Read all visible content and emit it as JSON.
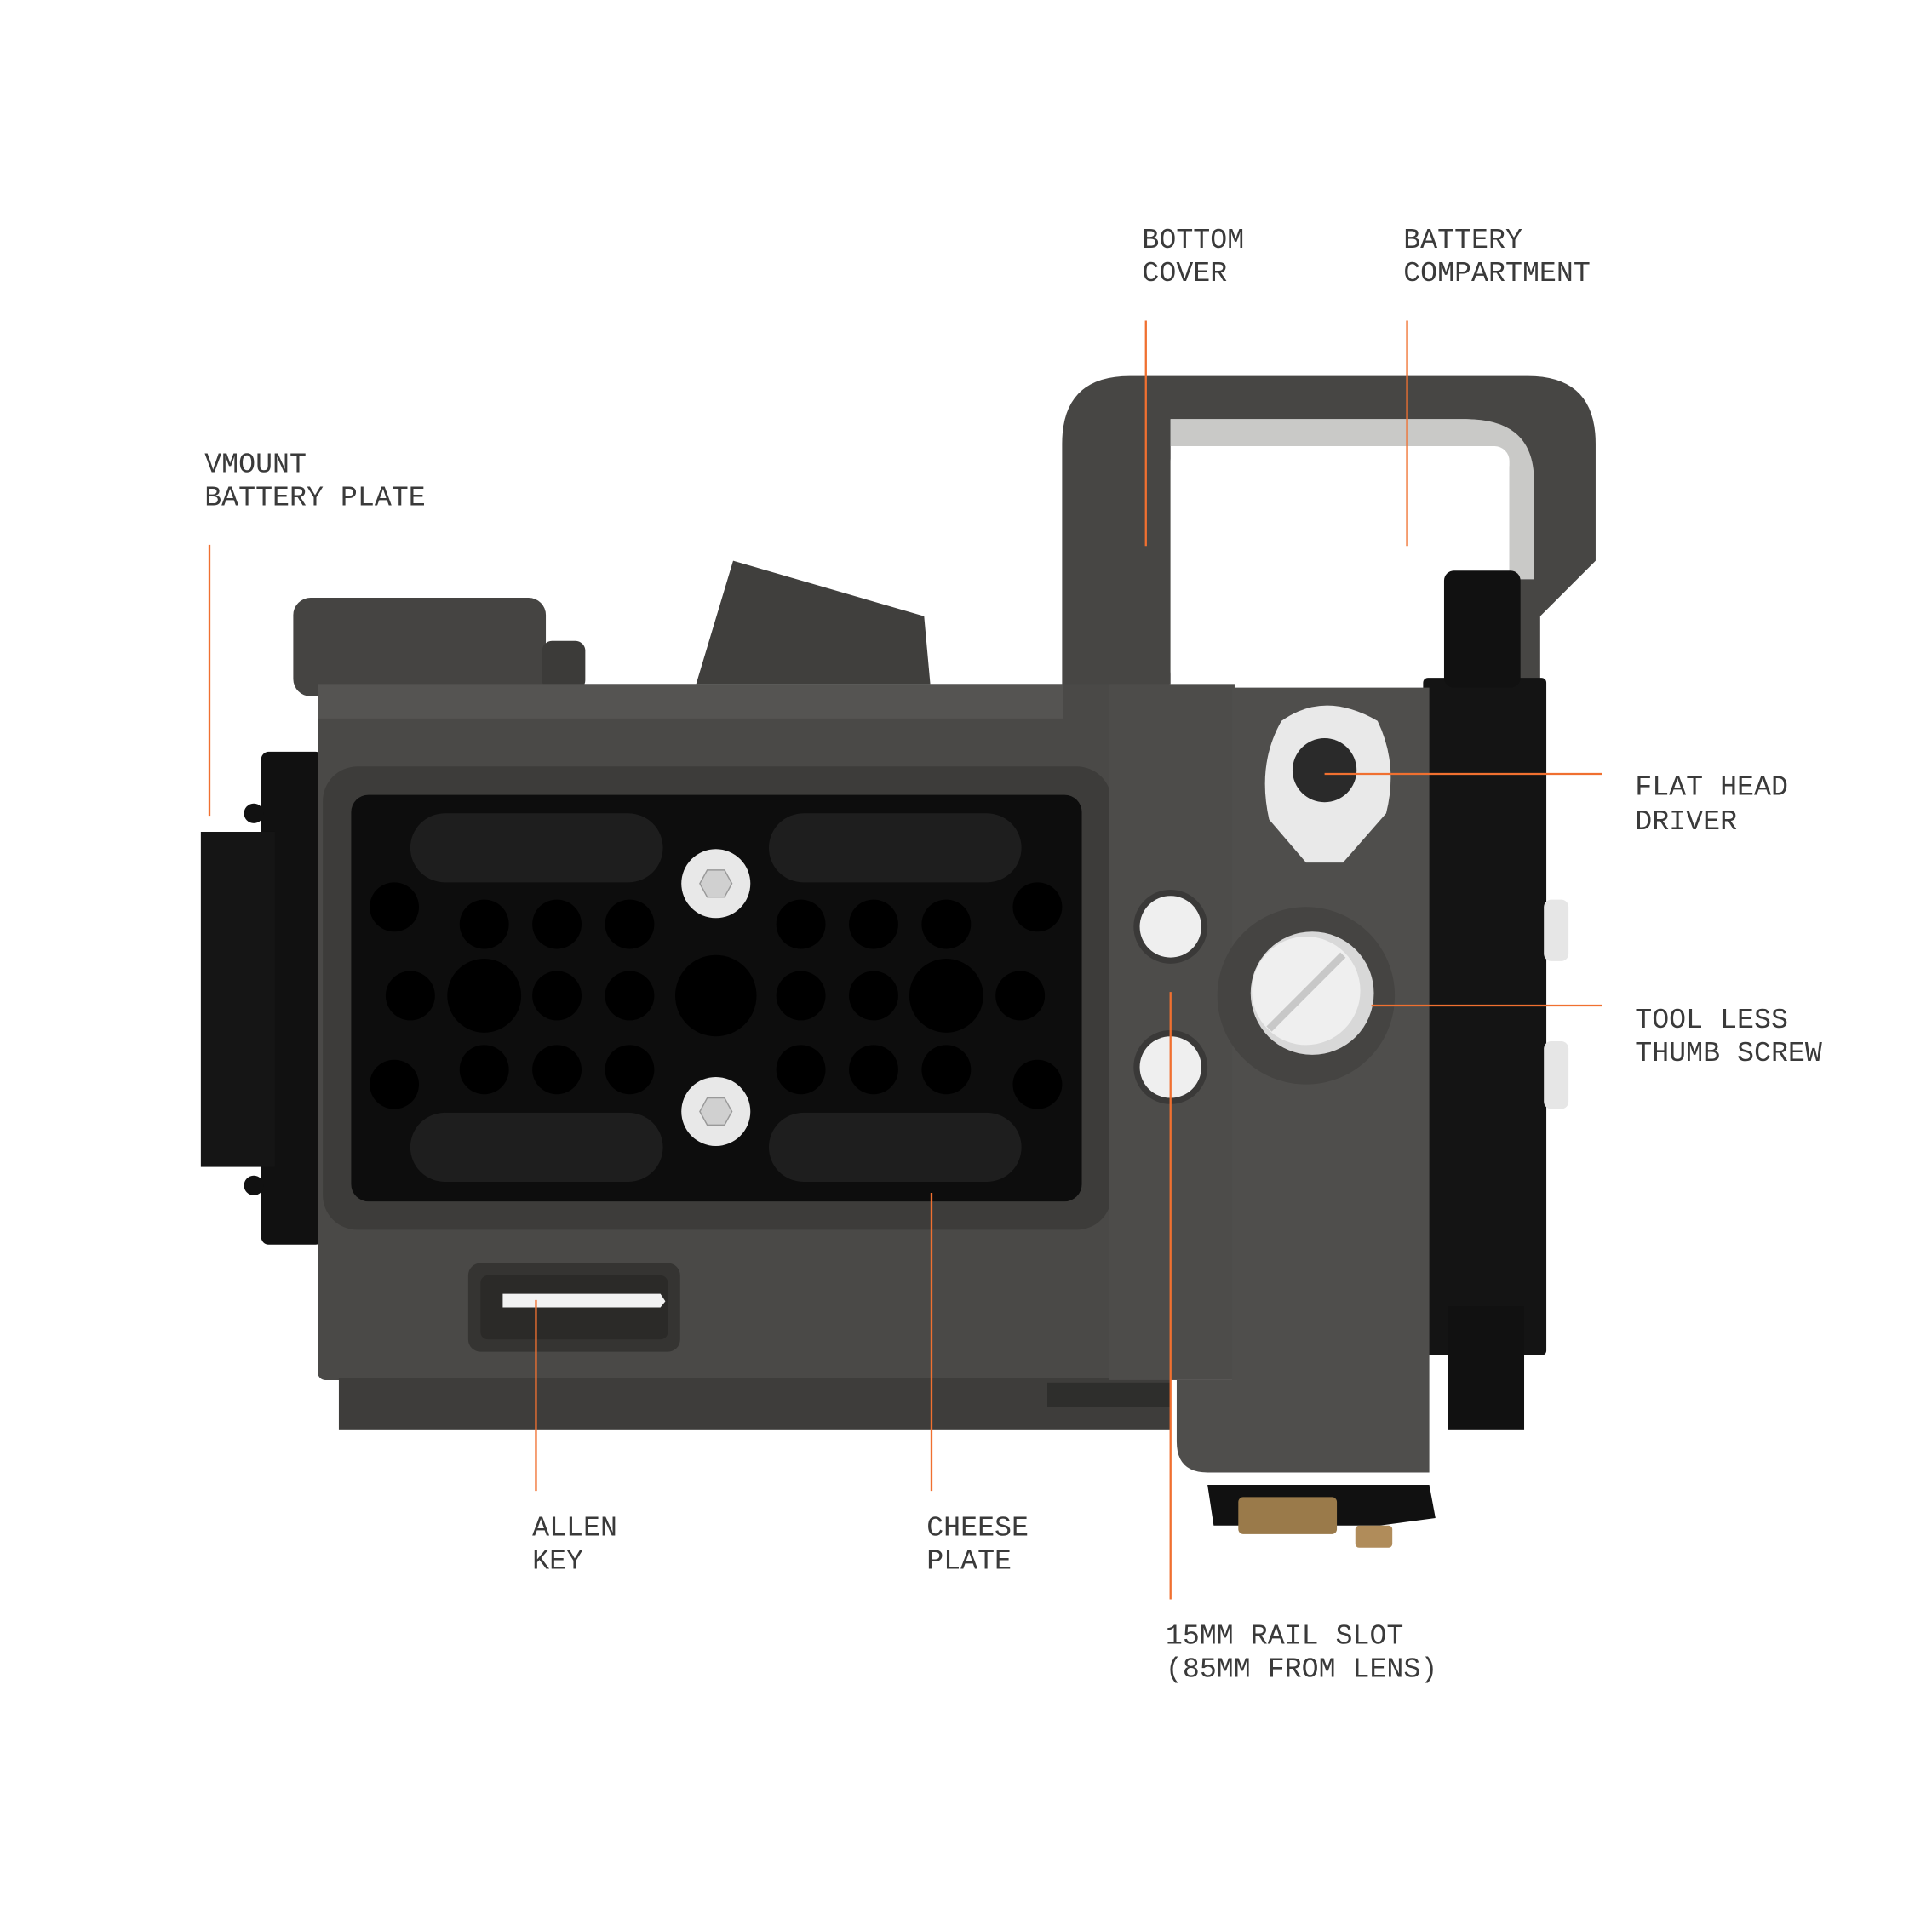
{
  "labels": {
    "vmount": {
      "line1": "VMOUNT",
      "line2": "BATTERY PLATE"
    },
    "bottom_cover": {
      "line1": "BOTTOM",
      "line2": "COVER"
    },
    "battery_compartment": {
      "line1": "BATTERY",
      "line2": "COMPARTMENT"
    },
    "flat_head_driver": {
      "line1": "FLAT HEAD",
      "line2": "DRIVER"
    },
    "tool_less_thumb_screw": {
      "line1": "TOOL LESS",
      "line2": "THUMB SCREW"
    },
    "allen_key": {
      "line1": "ALLEN",
      "line2": "KEY"
    },
    "cheese_plate": {
      "line1": "CHEESE",
      "line2": "PLATE"
    },
    "rail_slot": {
      "line1": "15MM RAIL SLOT",
      "line2": "(85MM FROM LENS)"
    }
  },
  "colors": {
    "leader": "#f07030",
    "body": "#4a4947",
    "plate": "#0e0e0e",
    "text": "#3a3a3a"
  }
}
